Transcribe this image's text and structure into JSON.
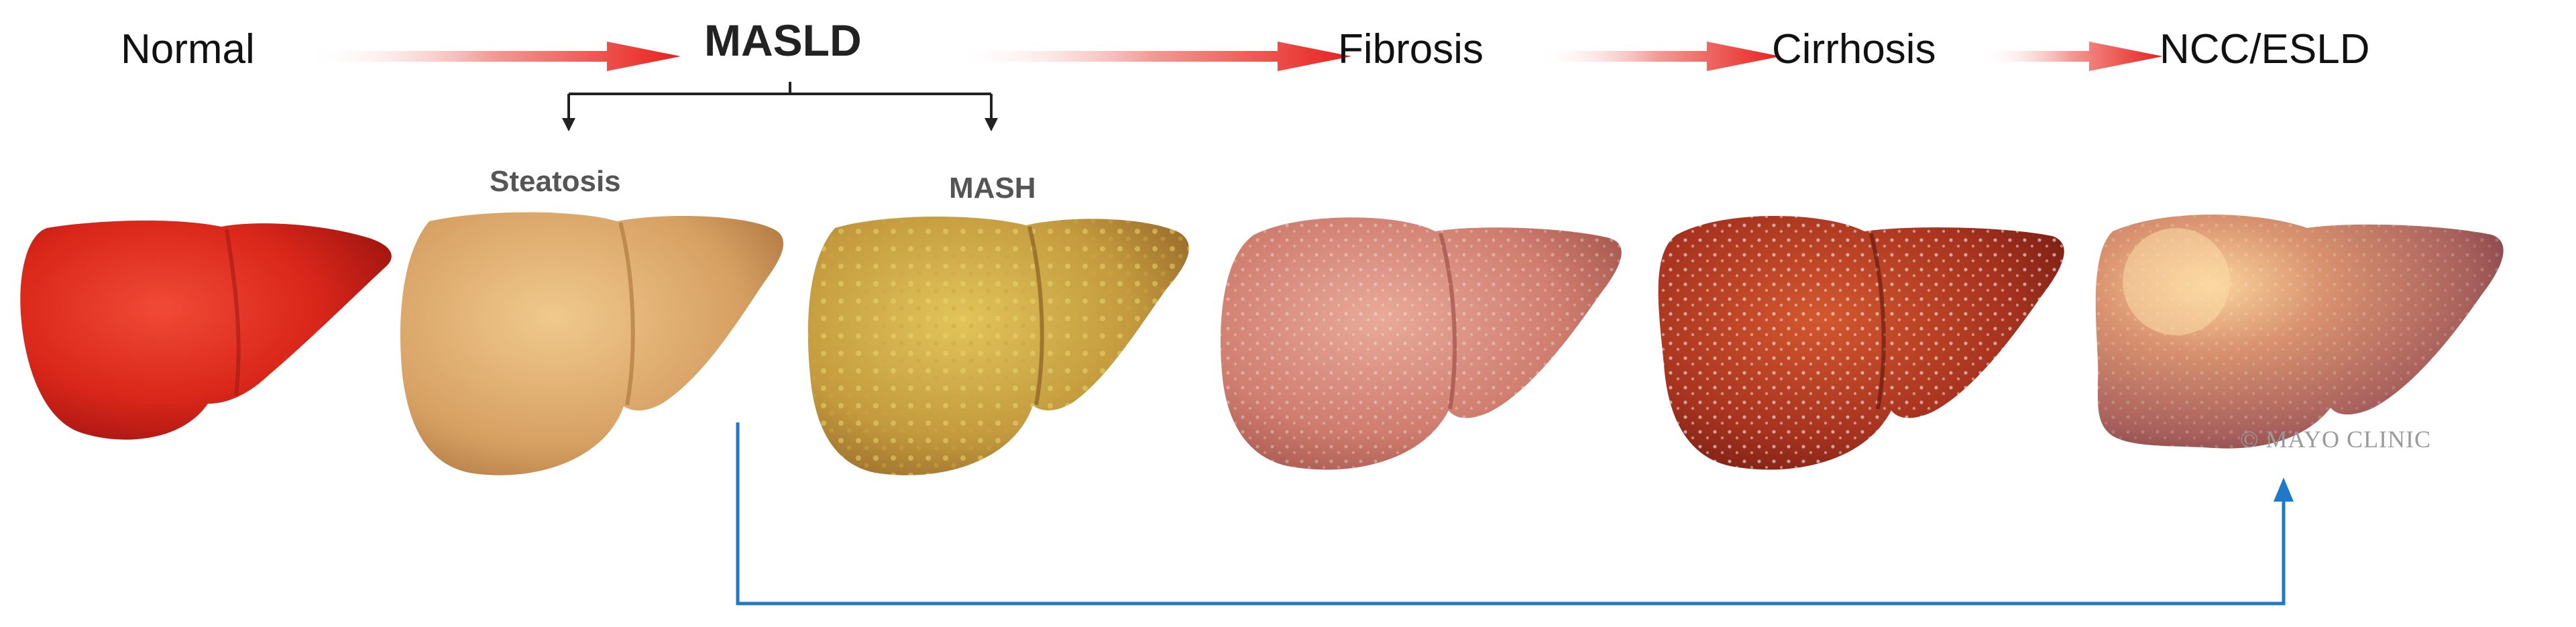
{
  "stages": {
    "normal": "Normal",
    "masld": "MASLD",
    "fibrosis": "Fibrosis",
    "cirrhosis": "Cirrhosis",
    "ncc_esld": "NCC/ESLD"
  },
  "substages": {
    "steatosis": "Steatosis",
    "mash": "MASH"
  },
  "copyright": "© MAYO CLINIC",
  "colors": {
    "progression_arrow": "#e8201c",
    "bypass_arrow": "#1f78c8",
    "branch_line": "#222222"
  }
}
